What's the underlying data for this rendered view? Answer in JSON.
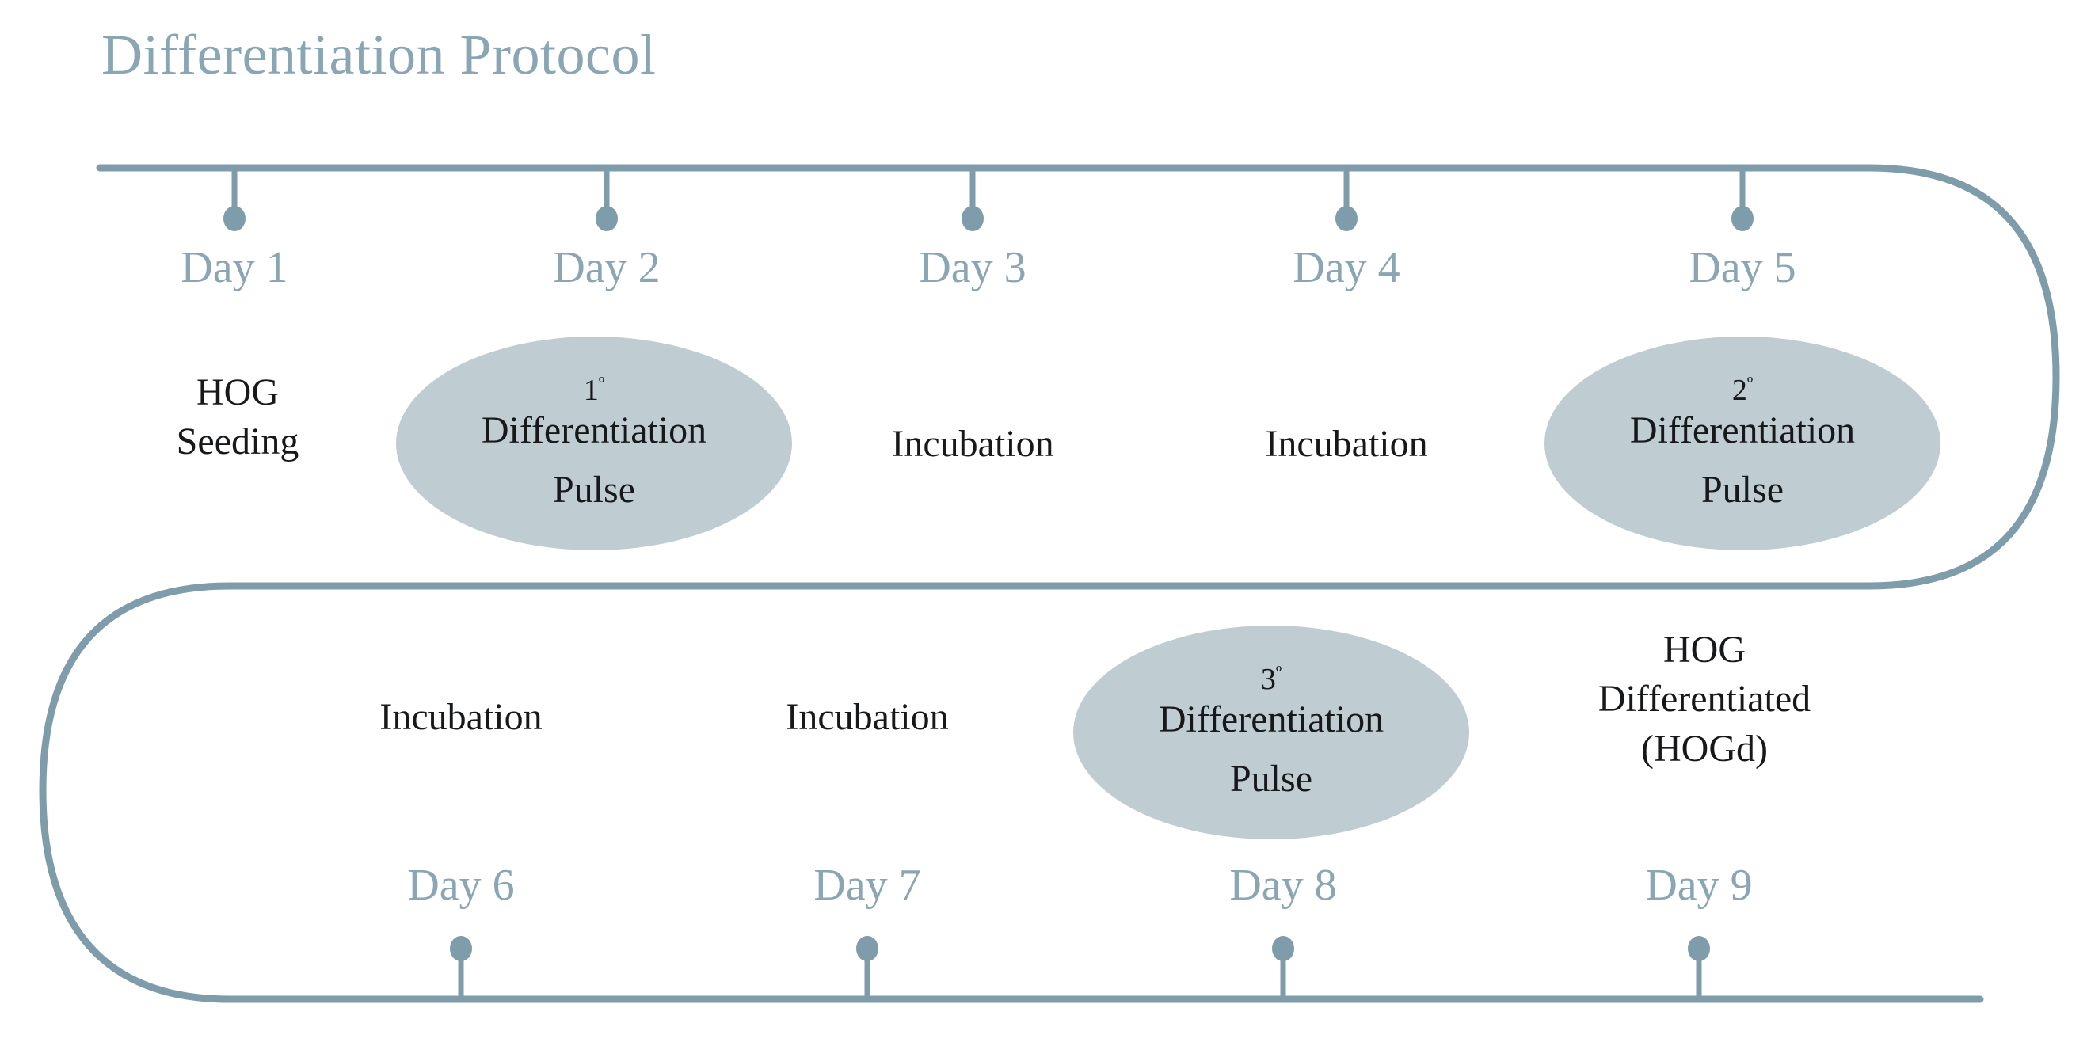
{
  "title": "Differentiation Protocol",
  "colors": {
    "line": "#7f9cab",
    "day_label": "#8aa6b4",
    "ellipse_fill": "#bfcdd3",
    "body_text": "#17181a",
    "background": "#ffffff"
  },
  "chart_data": {
    "type": "timeline",
    "title": "Differentiation Protocol",
    "rows": 2,
    "total_days": 9,
    "steps": [
      {
        "day": "Day 1",
        "label": "HOG\nSeeding",
        "kind": "text",
        "row": "top"
      },
      {
        "day": "Day 2",
        "label": "Differentiation Pulse",
        "ordinal": "1º",
        "kind": "ellipse",
        "row": "top"
      },
      {
        "day": "Day 3",
        "label": "Incubation",
        "kind": "text",
        "row": "top"
      },
      {
        "day": "Day 4",
        "label": "Incubation",
        "kind": "text",
        "row": "top"
      },
      {
        "day": "Day 5",
        "label": "Differentiation Pulse",
        "ordinal": "2º",
        "kind": "ellipse",
        "row": "top"
      },
      {
        "day": "Day 6",
        "label": "Incubation",
        "kind": "text",
        "row": "bottom"
      },
      {
        "day": "Day 7",
        "label": "Incubation",
        "kind": "text",
        "row": "bottom"
      },
      {
        "day": "Day 8",
        "label": "Differentiation Pulse",
        "ordinal": "3º",
        "kind": "ellipse",
        "row": "bottom"
      },
      {
        "day": "Day 9",
        "label": "HOG\nDifferentiated\n(HOGd)",
        "kind": "text",
        "row": "bottom"
      }
    ]
  },
  "top_row": {
    "days": [
      {
        "label": "Day 1"
      },
      {
        "label": "Day 2"
      },
      {
        "label": "Day 3"
      },
      {
        "label": "Day 4"
      },
      {
        "label": "Day 5"
      }
    ],
    "day1_line1": "HOG",
    "day1_line2": "Seeding",
    "day3_text": "Incubation",
    "day4_text": "Incubation",
    "pulse1": {
      "ordinal_num": "1",
      "ordinal_mark": "º",
      "line1": "Differentiation",
      "line2": "Pulse"
    },
    "pulse2": {
      "ordinal_num": "2",
      "ordinal_mark": "º",
      "line1": "Differentiation",
      "line2": "Pulse"
    }
  },
  "bottom_row": {
    "days": [
      {
        "label": "Day 6"
      },
      {
        "label": "Day 7"
      },
      {
        "label": "Day 8"
      },
      {
        "label": "Day 9"
      }
    ],
    "day6_text": "Incubation",
    "day7_text": "Incubation",
    "pulse3": {
      "ordinal_num": "3",
      "ordinal_mark": "º",
      "line1": "Differentiation",
      "line2": "Pulse"
    },
    "day9_line1": "HOG",
    "day9_line2": "Differentiated",
    "day9_line3": "(HOGd)"
  }
}
